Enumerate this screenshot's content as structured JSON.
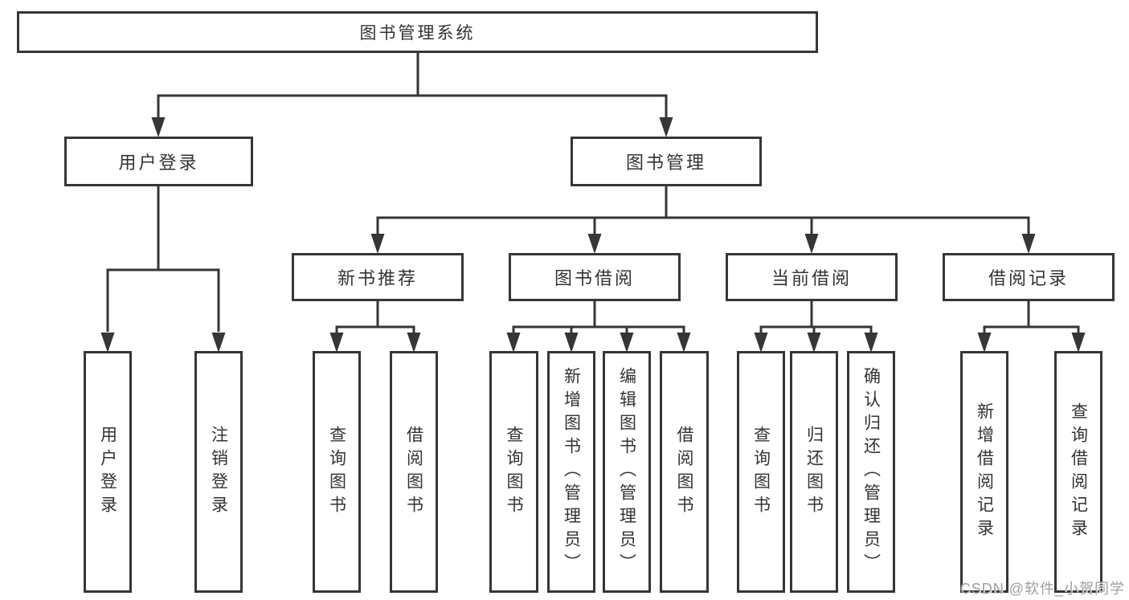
{
  "colors": {
    "line": "#363636",
    "border": "#363636",
    "text": "#333333",
    "watermark": "#9e9e9e",
    "background": "#ffffff"
  },
  "watermark": {
    "text": "CSDN @软件_小贺同学"
  },
  "tree": {
    "label": "图书管理系统",
    "children": [
      {
        "label": "用户登录",
        "children": [
          {
            "label": "用户登录"
          },
          {
            "label": "注销登录"
          }
        ]
      },
      {
        "label": "图书管理",
        "children": [
          {
            "label": "新书推荐",
            "children": [
              {
                "label": "查询图书"
              },
              {
                "label": "借阅图书"
              }
            ]
          },
          {
            "label": "图书借阅",
            "children": [
              {
                "label": "查询图书"
              },
              {
                "label": "新增图书（管理员）"
              },
              {
                "label": "编辑图书（管理员）"
              },
              {
                "label": "借阅图书"
              }
            ]
          },
          {
            "label": "当前借阅",
            "children": [
              {
                "label": "查询图书"
              },
              {
                "label": "归还图书"
              },
              {
                "label": "确认归还（管理员）"
              }
            ]
          },
          {
            "label": "借阅记录",
            "children": [
              {
                "label": "新增借阅记录"
              },
              {
                "label": "查询借阅记录"
              }
            ]
          }
        ]
      }
    ]
  }
}
